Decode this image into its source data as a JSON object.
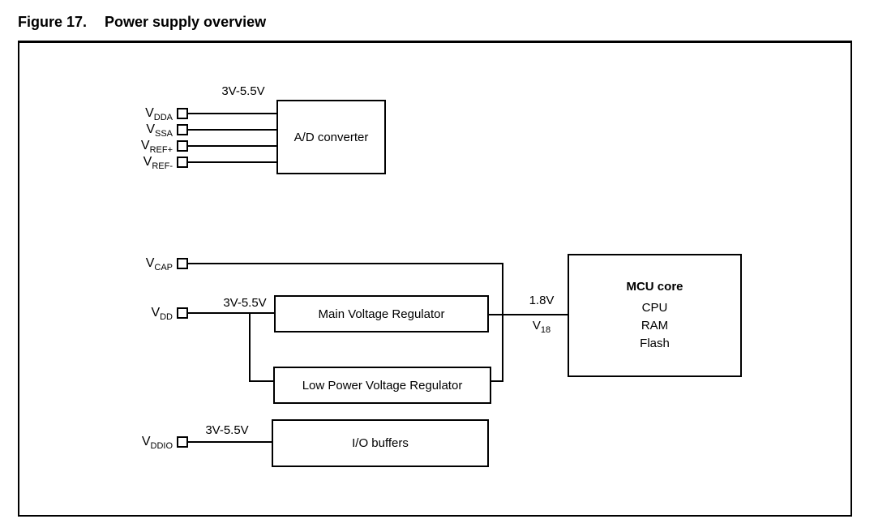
{
  "figure": {
    "label": "Figure 17.",
    "title": "Power supply overview"
  },
  "pins": {
    "vdda": {
      "base": "V",
      "sub": "DDA"
    },
    "vssa": {
      "base": "V",
      "sub": "SSA"
    },
    "vref_plus": {
      "base": "V",
      "sub": "REF+"
    },
    "vref_minus": {
      "base": "V",
      "sub": "REF-"
    },
    "vcap": {
      "base": "V",
      "sub": "CAP"
    },
    "vdd": {
      "base": "V",
      "sub": "DD"
    },
    "vddio": {
      "base": "V",
      "sub": "DDIO"
    }
  },
  "blocks": {
    "ad_converter": {
      "label": "A/D converter"
    },
    "main_regulator": {
      "label": "Main Voltage Regulator"
    },
    "low_power_regulator": {
      "label": "Low Power Voltage Regulator"
    },
    "io_buffers": {
      "label": "I/O buffers"
    },
    "mcu_core": {
      "title": "MCU core",
      "components": [
        "CPU",
        "RAM",
        "Flash"
      ]
    }
  },
  "voltages": {
    "adc_supply_range": "3V-5.5V",
    "vdd_supply_range": "3V-5.5V",
    "vddio_supply_range": "3V-5.5V",
    "core_voltage": "1.8V",
    "core_rail": {
      "base": "V",
      "sub": "18"
    }
  },
  "colors": {
    "ink": "#000000",
    "background": "#ffffff"
  }
}
